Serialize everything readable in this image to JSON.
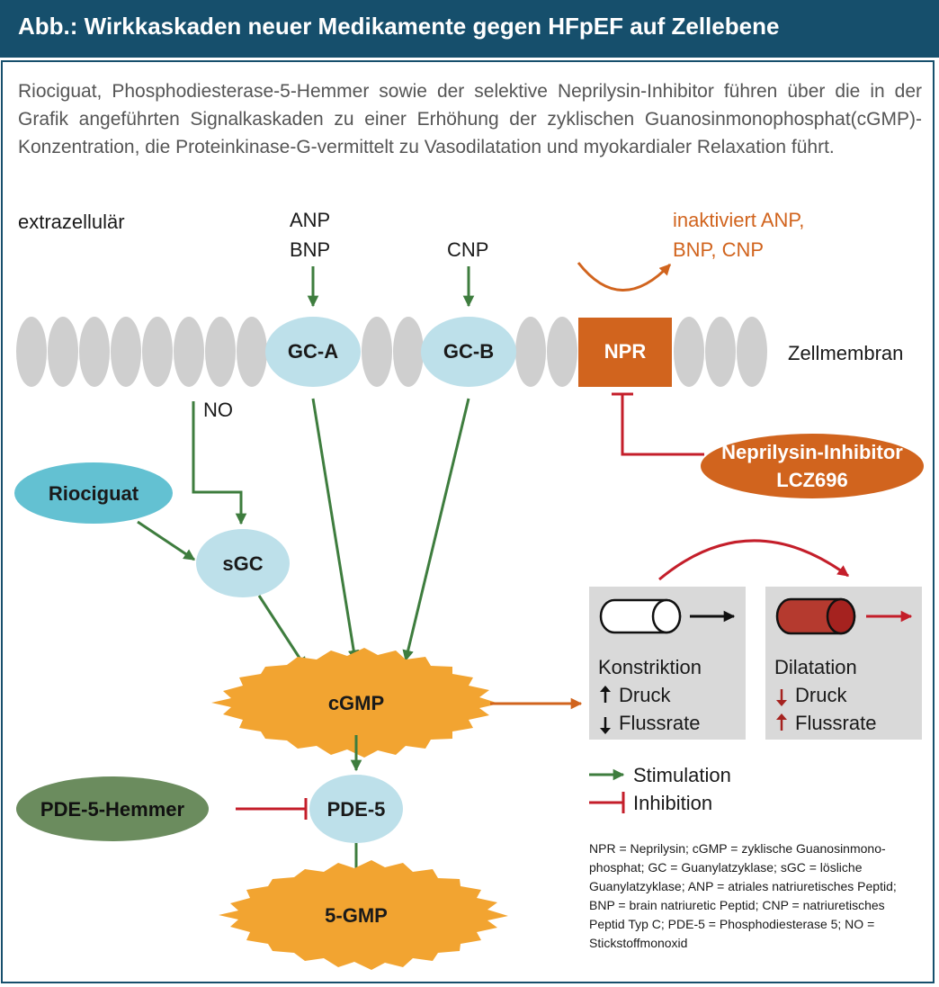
{
  "header": {
    "title": "Abb.: Wirkkaskaden neuer Medikamente gegen HFpEF auf Zellebene"
  },
  "intro": "Riociguat, Phosphodiesterase-5-Hemmer sowie der selektive Neprilysin-Inhibitor führen über die in der Grafik angeführten Signalkaskaden zu einer Erhöhung der zyklischen Guanosinmonophosphat(cGMP)-Konzentration, die Proteinkinase-G-vermittelt zu Vaso­dilatation und myokardialer Relaxation führt.",
  "labels": {
    "extrazellular": "extrazellulär",
    "anp": "ANP",
    "bnp": "BNP",
    "cnp": "CNP",
    "inaktiviert_line1": "inaktiviert ANP,",
    "inaktiviert_line2": "BNP, CNP",
    "zellmembran": "Zellmembran",
    "no": "NO"
  },
  "nodes": {
    "gca": "GC-A",
    "gcb": "GC-B",
    "npr": "NPR",
    "neprilysin_line1": "Neprilysin-Inhibitor",
    "neprilysin_line2": "LCZ696",
    "riociguat": "Riociguat",
    "sgc": "sGC",
    "cgmp": "cGMP",
    "pde5": "PDE-5",
    "pde5_hemmer": "PDE-5-Hemmer",
    "gmp5": "5-GMP"
  },
  "boxes": {
    "konstriktion": {
      "title": "Konstriktion",
      "line1": "Druck",
      "line2": "Flussrate"
    },
    "dilatation": {
      "title": "Dilatation",
      "line1": "Druck",
      "line2": "Flussrate"
    }
  },
  "legend": {
    "stimulation": "Stimulation",
    "inhibition": "Inhibition"
  },
  "footnote": "NPR = Neprilysin; cGMP = zyklische Guanosinmono-phosphat; GC = Guanylatzyklase; sGC = lösliche Guanylatzyklase; ANP = atriales natriuretisches Peptid; BNP = brain natriuretic Peptid; CNP = natriuretisches Peptid Typ C; PDE-5 = Phosphodiesterase 5; NO = Stickstoffmonoxid",
  "colors": {
    "header": "#164f6c",
    "stimulation": "#3e7d3e",
    "inhibition": "#c41e2a",
    "light_blue": "#bde0ea",
    "teal": "#63c1d2",
    "orange": "#d1641e",
    "burst": "#f2a431",
    "olive": "#6b8c5e",
    "membrane": "#cfcfcf",
    "box": "#d9d9d9",
    "dark_red": "#a5221f"
  }
}
